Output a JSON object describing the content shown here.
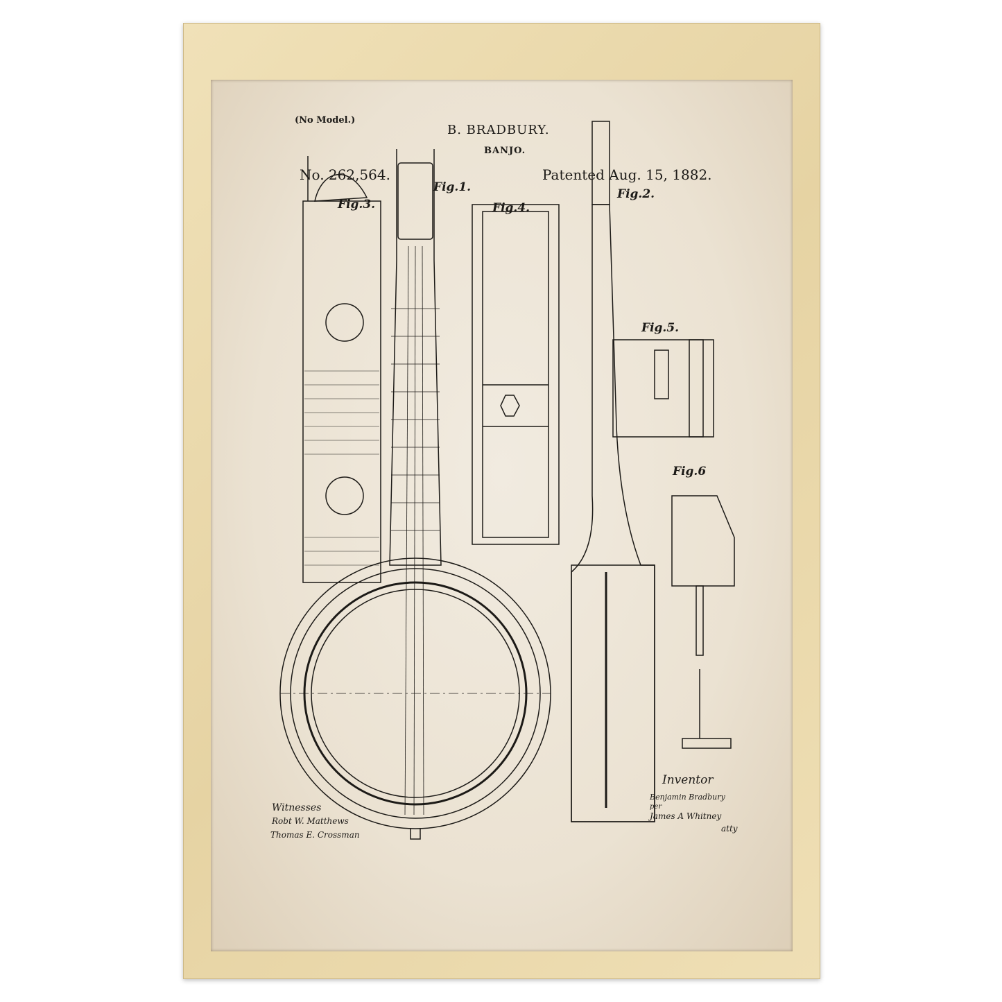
{
  "header": {
    "no_model": "(No Model.)",
    "inventor": "B. BRADBURY.",
    "title": "BANJO.",
    "patent_number": "No. 262,564.",
    "patent_date": "Patented Aug. 15, 1882."
  },
  "figures": [
    "Fig.1.",
    "Fig.2.",
    "Fig.3.",
    "Fig.4.",
    "Fig.5.",
    "Fig.6"
  ],
  "signatures": {
    "witnesses_label": "Witnesses",
    "witness_1": "Robt W. Matthews",
    "witness_2": "Thomas E. Crossman",
    "inventor_label": "Inventor",
    "inventor_signature": "Benjamin Bradbury",
    "per": "per",
    "attorney": "James A Whitney",
    "attorney_abbrev": "atty"
  },
  "colors": {
    "frame": "#ebdbb0",
    "paper": "#ece3d3",
    "ink": "#1c1a17"
  }
}
